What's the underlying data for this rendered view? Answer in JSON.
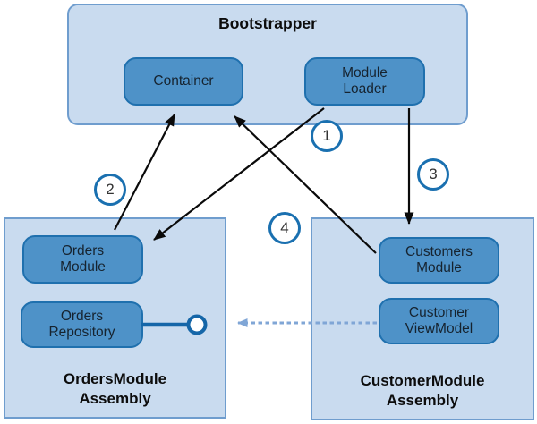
{
  "nodes": {
    "bootstrapper": {
      "label": "Bootstrapper"
    },
    "container": {
      "label": "Container"
    },
    "module_loader": {
      "label": "Module\nLoader"
    },
    "orders_assembly": {
      "label": "OrdersModule\nAssembly"
    },
    "orders_module": {
      "label": "Orders\nModule"
    },
    "orders_repository": {
      "label": "Orders\nRepository"
    },
    "customer_assembly": {
      "label": "CustomerModule\nAssembly"
    },
    "customers_module": {
      "label": "Customers\nModule"
    },
    "customer_viewmodel": {
      "label": "Customer\nViewModel"
    }
  },
  "steps": {
    "s1": "1",
    "s2": "2",
    "s3": "3",
    "s4": "4"
  },
  "edges": [
    {
      "badge": "1",
      "from": "module_loader",
      "to": "orders_module",
      "style": "solid-arrow"
    },
    {
      "badge": "2",
      "from": "orders_module",
      "to": "container",
      "style": "solid-arrow"
    },
    {
      "badge": "3",
      "from": "module_loader",
      "to": "customers_module",
      "style": "solid-arrow"
    },
    {
      "badge": "4",
      "from": "customers_module",
      "to": "container",
      "style": "solid-arrow"
    },
    {
      "badge": "",
      "from": "customer_viewmodel",
      "to": "orders_repository",
      "style": "dashed-arrow",
      "via": "lollipop-interface"
    }
  ],
  "colors": {
    "outer_fill": "#c9dbef",
    "outer_border": "#6f9dce",
    "node_fill": "#4e92c8",
    "node_border": "#1f70ae",
    "node_text": "#16232f",
    "badge_border": "#1a70b0",
    "arrow": "#0a0a0a",
    "dashed_arrow": "#80a6d6",
    "lollipop": "#1566a8"
  }
}
